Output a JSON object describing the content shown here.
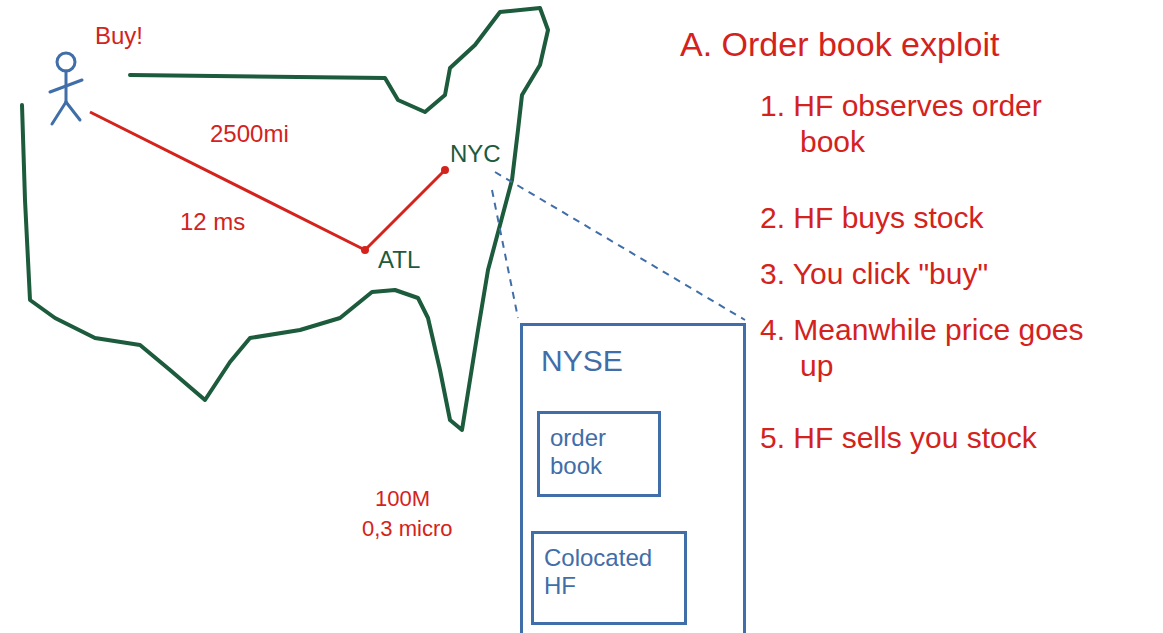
{
  "diagram": {
    "title": "A. Order book exploit",
    "nodes": [
      {
        "text": [
          "NYSE"
        ]
      },
      {
        "text": [
          "order book"
        ],
        "in": 0
      },
      {
        "text": [
          "Colocated HF"
        ],
        "in": 0
      }
    ],
    "labels": [
      "Buy!",
      "2500mi",
      "12 ms",
      "ATL",
      "NYC",
      "100M",
      "0,3 micro",
      "1. HF observes order book",
      "2. HF buys stock",
      "3. You click \"buy\"",
      "4. Meanwhile price goes up",
      "5. HF sells you stock"
    ]
  }
}
